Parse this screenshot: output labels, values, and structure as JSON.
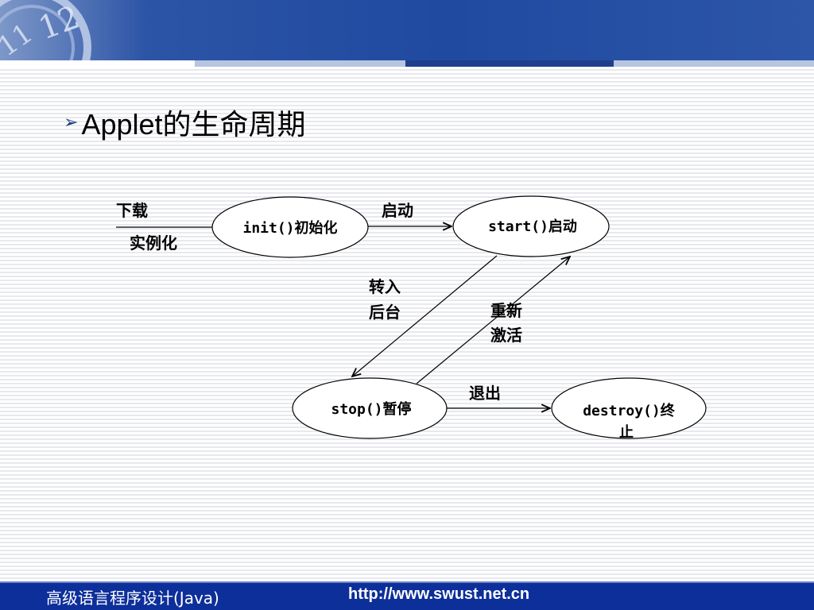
{
  "slide": {
    "title": "Applet的生命周期",
    "bullet": "➢"
  },
  "diagram": {
    "nodes": {
      "init": "init()初始化",
      "start": "start()启动",
      "stop": "stop()暂停",
      "destroy_line1": "destroy()终",
      "destroy_line2": "止"
    },
    "labels": {
      "download": "下载",
      "instantiate": "实例化",
      "launch": "启动",
      "to_background_1": "转入",
      "to_background_2": "后台",
      "reactivate_1": "重新",
      "reactivate_2": "激活",
      "exit": "退出"
    }
  },
  "footer": {
    "course": "高级语言程序设计(Java)",
    "url": "http://www.swust.net.cn"
  },
  "colors": {
    "header_blue": "#1f4aa0",
    "footer_blue": "#0d2f9a"
  }
}
